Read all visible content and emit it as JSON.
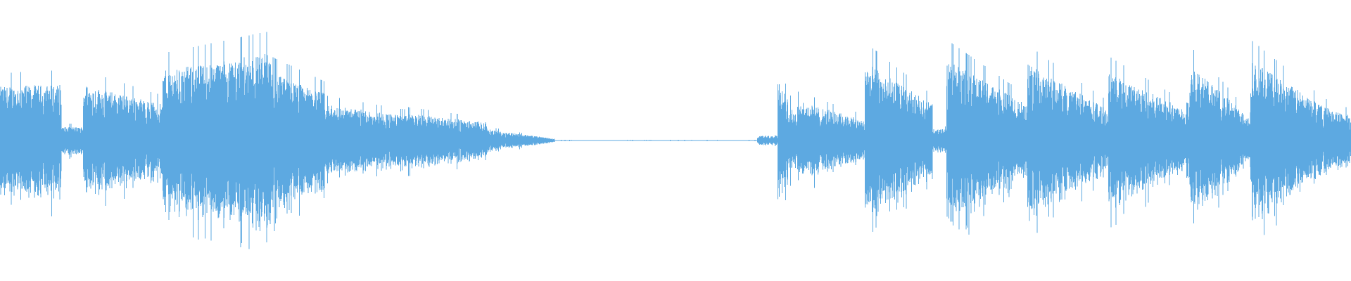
{
  "waveform": {
    "color": "#5DA9E1",
    "background": "#FFFFFF",
    "segments": [
      {
        "start": 0.0,
        "end": 0.045,
        "amp_start": 0.48,
        "amp_end": 0.5
      },
      {
        "start": 0.045,
        "end": 0.061,
        "amp_start": 0.12,
        "amp_end": 0.12
      },
      {
        "start": 0.061,
        "end": 0.12,
        "amp_start": 0.5,
        "amp_end": 0.32
      },
      {
        "start": 0.12,
        "end": 0.2,
        "amp_start": 0.62,
        "amp_end": 0.78
      },
      {
        "start": 0.2,
        "end": 0.24,
        "amp_start": 0.6,
        "amp_end": 0.42
      },
      {
        "start": 0.24,
        "end": 0.3,
        "amp_start": 0.32,
        "amp_end": 0.22
      },
      {
        "start": 0.3,
        "end": 0.36,
        "amp_start": 0.24,
        "amp_end": 0.16
      },
      {
        "start": 0.36,
        "end": 0.41,
        "amp_start": 0.1,
        "amp_end": 0.015
      },
      {
        "start": 0.41,
        "end": 0.56,
        "amp_start": 0.004,
        "amp_end": 0.004
      },
      {
        "start": 0.56,
        "end": 0.575,
        "amp_start": 0.04,
        "amp_end": 0.05
      },
      {
        "start": 0.575,
        "end": 0.59,
        "amp_start": 0.55,
        "amp_end": 0.2
      },
      {
        "start": 0.59,
        "end": 0.64,
        "amp_start": 0.35,
        "amp_end": 0.18
      },
      {
        "start": 0.64,
        "end": 0.69,
        "amp_start": 0.7,
        "amp_end": 0.32
      },
      {
        "start": 0.69,
        "end": 0.7,
        "amp_start": 0.1,
        "amp_end": 0.1
      },
      {
        "start": 0.7,
        "end": 0.76,
        "amp_start": 0.72,
        "amp_end": 0.32
      },
      {
        "start": 0.76,
        "end": 0.82,
        "amp_start": 0.68,
        "amp_end": 0.28
      },
      {
        "start": 0.82,
        "end": 0.88,
        "amp_start": 0.6,
        "amp_end": 0.26
      },
      {
        "start": 0.88,
        "end": 0.925,
        "amp_start": 0.68,
        "amp_end": 0.2
      },
      {
        "start": 0.925,
        "end": 0.98,
        "amp_start": 0.72,
        "amp_end": 0.3
      },
      {
        "start": 0.98,
        "end": 1.0,
        "amp_start": 0.3,
        "amp_end": 0.22
      }
    ]
  }
}
